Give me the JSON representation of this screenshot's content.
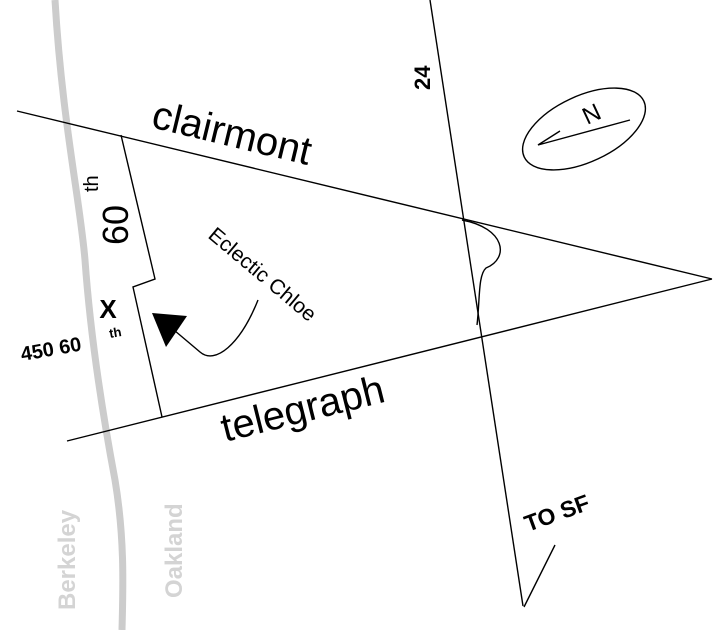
{
  "map": {
    "streets": {
      "clairmont": "clairmont",
      "telegraph": "telegraph",
      "sixtieth_number": "60",
      "sixtieth_suffix": "th",
      "highway": "24"
    },
    "destination": {
      "name": "Eclectic Chloe",
      "address_number": "450 60",
      "address_suffix": "th",
      "marker": "X"
    },
    "direction": "TO SF",
    "compass": {
      "label": "N"
    },
    "cities": {
      "west": "Berkeley",
      "east": "Oakland"
    },
    "colors": {
      "lines": "#000000",
      "city_boundary": "#cccccc",
      "city_text": "#d4d4d4"
    }
  }
}
